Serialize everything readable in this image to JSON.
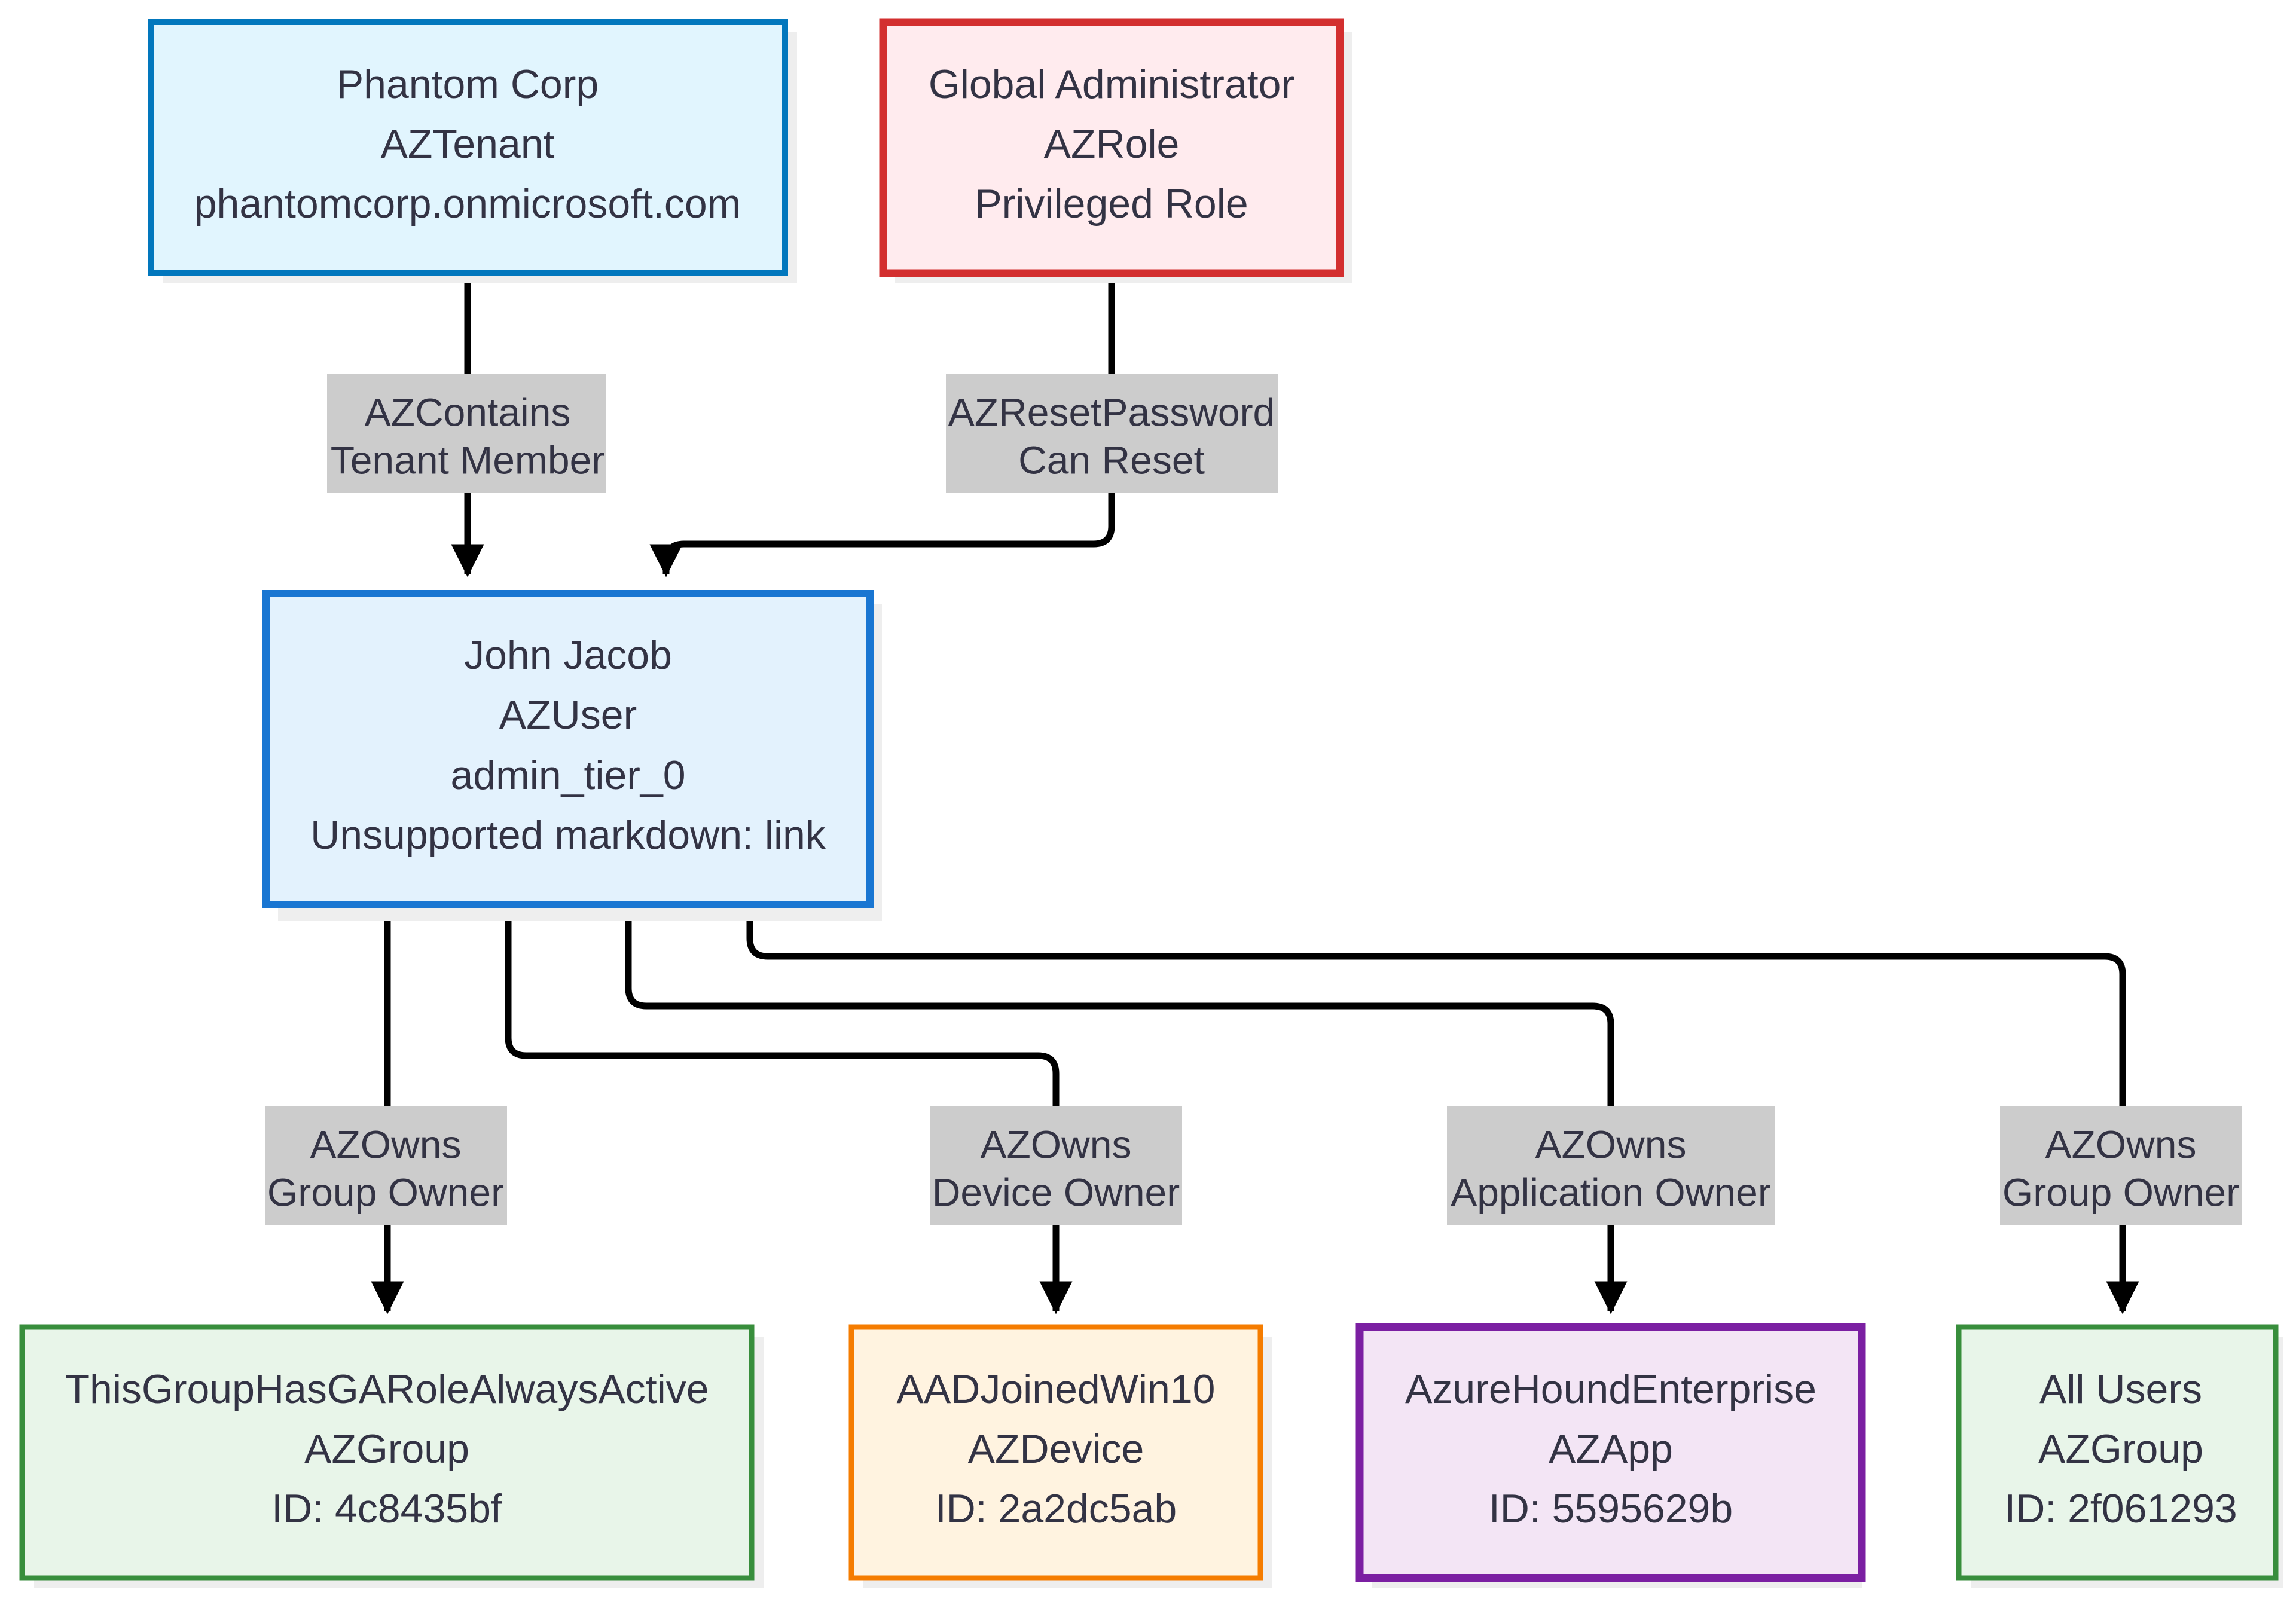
{
  "nodes": {
    "tenant": {
      "lines": [
        "Phantom Corp",
        "AZTenant",
        "phantomcorp.onmicrosoft.com"
      ],
      "fill": "#e1f5fe",
      "stroke": "#0277bd"
    },
    "ga_role": {
      "lines": [
        "Global Administrator",
        "AZRole",
        "Privileged Role"
      ],
      "fill": "#ffebee",
      "stroke": "#d32f2f"
    },
    "user": {
      "lines": [
        "John Jacob",
        "AZUser",
        "admin_tier_0",
        "Unsupported markdown: link"
      ],
      "fill": "#e3f2fd",
      "stroke": "#1976d2"
    },
    "group_ga": {
      "lines": [
        "ThisGroupHasGARoleAlwaysActive",
        "AZGroup",
        "ID: 4c8435bf"
      ],
      "fill": "#e8f5e9",
      "stroke": "#388e3c"
    },
    "device": {
      "lines": [
        "AADJoinedWin10",
        "AZDevice",
        "ID: 2a2dc5ab"
      ],
      "fill": "#fff3e0",
      "stroke": "#f57c00"
    },
    "app": {
      "lines": [
        "AzureHoundEnterprise",
        "AZApp",
        "ID: 5595629b"
      ],
      "fill": "#f3e5f5",
      "stroke": "#7b1fa2"
    },
    "all_users": {
      "lines": [
        "All Users",
        "AZGroup",
        "ID: 2f061293"
      ],
      "fill": "#e8f5e9",
      "stroke": "#388e3c"
    }
  },
  "edges": {
    "contains": {
      "lines": [
        "AZContains",
        "Tenant Member"
      ]
    },
    "reset": {
      "lines": [
        "AZResetPassword",
        "Can Reset"
      ]
    },
    "owns_group_ga": {
      "lines": [
        "AZOwns",
        "Group Owner"
      ]
    },
    "owns_device": {
      "lines": [
        "AZOwns",
        "Device Owner"
      ]
    },
    "owns_app": {
      "lines": [
        "AZOwns",
        "Application Owner"
      ]
    },
    "owns_all_users": {
      "lines": [
        "AZOwns",
        "Group Owner"
      ]
    }
  }
}
